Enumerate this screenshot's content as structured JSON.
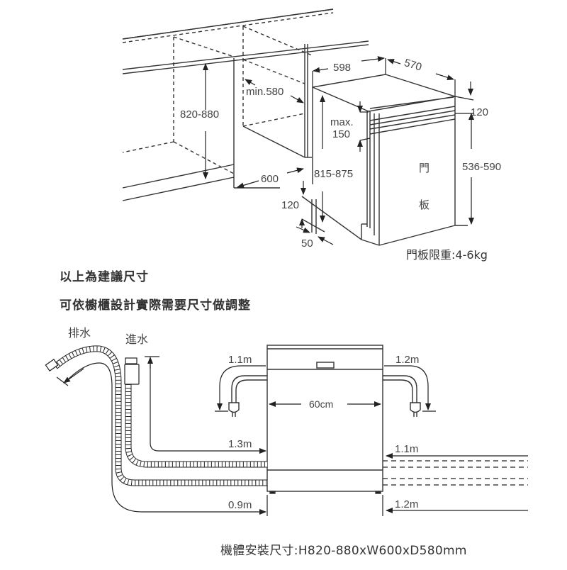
{
  "top_diagram": {
    "labels": {
      "cabinet_height": "820-880",
      "min_depth": "min.580",
      "niche_width": "600",
      "appliance_width": "598",
      "appliance_depth": "570",
      "top_gap": "120",
      "max_label": "max.",
      "max_value": "150",
      "appliance_height": "815-875",
      "door_height": "536-590",
      "plinth_height": "120",
      "plinth_depth": "50",
      "door_char_1": "門",
      "door_char_2": "板"
    },
    "door_weight": "門板限重:4-6kg"
  },
  "notes": {
    "line1": "以上為建議尺寸",
    "line2": "可依櫥櫃設計實際需要尺寸做調整"
  },
  "bottom_diagram": {
    "labels": {
      "drain": "排水",
      "inlet": "進水",
      "left_power": "1.1m",
      "right_power": "1.2m",
      "width": "60cm",
      "inlet_hose": "1.3m",
      "drain_hose": "0.9m",
      "right_inlet": "1.1m",
      "right_drain": "1.2m"
    }
  },
  "install_size": "機體安裝尺寸:H820-880xW600xD580mm",
  "colors": {
    "line": "#333333",
    "text": "#444444",
    "background": "#ffffff"
  }
}
